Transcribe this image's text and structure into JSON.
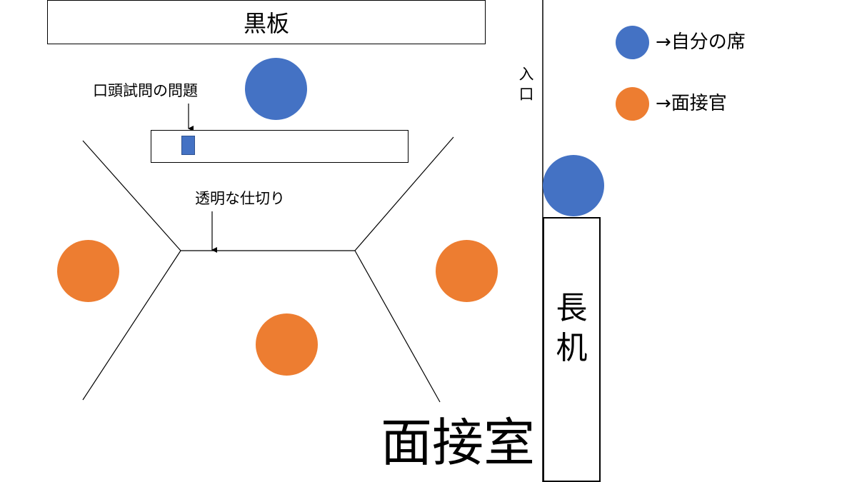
{
  "blackboard": {
    "label": "黒板"
  },
  "annotations": {
    "question_label": "口頭試問の問題",
    "partition_label": "透明な仕切り"
  },
  "entrance": {
    "chars": [
      "入",
      "口"
    ]
  },
  "long_desk": {
    "chars": [
      "長",
      "机"
    ]
  },
  "room_label": "面接室",
  "legend": {
    "own_seat": {
      "label": "→自分の席",
      "color": "#4472c4"
    },
    "interviewer": {
      "label": "→面接官",
      "color": "#ed7d31"
    }
  },
  "colors": {
    "seat_blue": "#4472c4",
    "interviewer_orange": "#ed7d31",
    "paper_blue": "#4472c4"
  }
}
